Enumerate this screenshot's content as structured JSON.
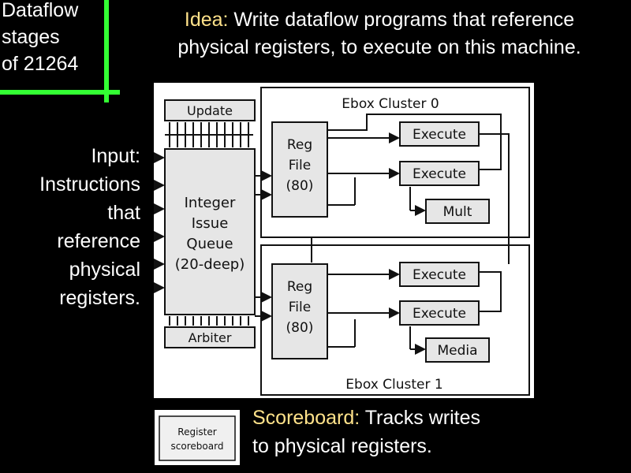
{
  "title_lines": [
    "Dataflow",
    "stages",
    "of 21264"
  ],
  "idea": {
    "key": "Idea:",
    "line1": " Write dataflow programs that reference",
    "line2": "physical registers, to execute on this machine."
  },
  "input_lines": [
    "Input:",
    "Instructions",
    "that",
    "reference",
    "physical",
    "registers."
  ],
  "scoreboard": {
    "key": "Scoreboard:",
    "line1": " Tracks writes",
    "line2": "to physical registers."
  },
  "diagram": {
    "cluster0_label": "Ebox Cluster 0",
    "cluster1_label": "Ebox Cluster 1",
    "update_label": "Update",
    "arbiter_label": "Arbiter",
    "queue_lines": [
      "Integer",
      "Issue",
      "Queue",
      "(20-deep)"
    ],
    "regfile_lines": [
      "Reg",
      "File",
      "(80)"
    ],
    "execute_label": "Execute",
    "mult_label": "Mult",
    "media_label": "Media"
  },
  "scoreboard_image_lines": [
    "Register",
    "scoreboard"
  ],
  "colors": {
    "background": "#000000",
    "text": "#ffffff",
    "keyword": "#ffe28a",
    "accent_bar": "#33ff33"
  }
}
